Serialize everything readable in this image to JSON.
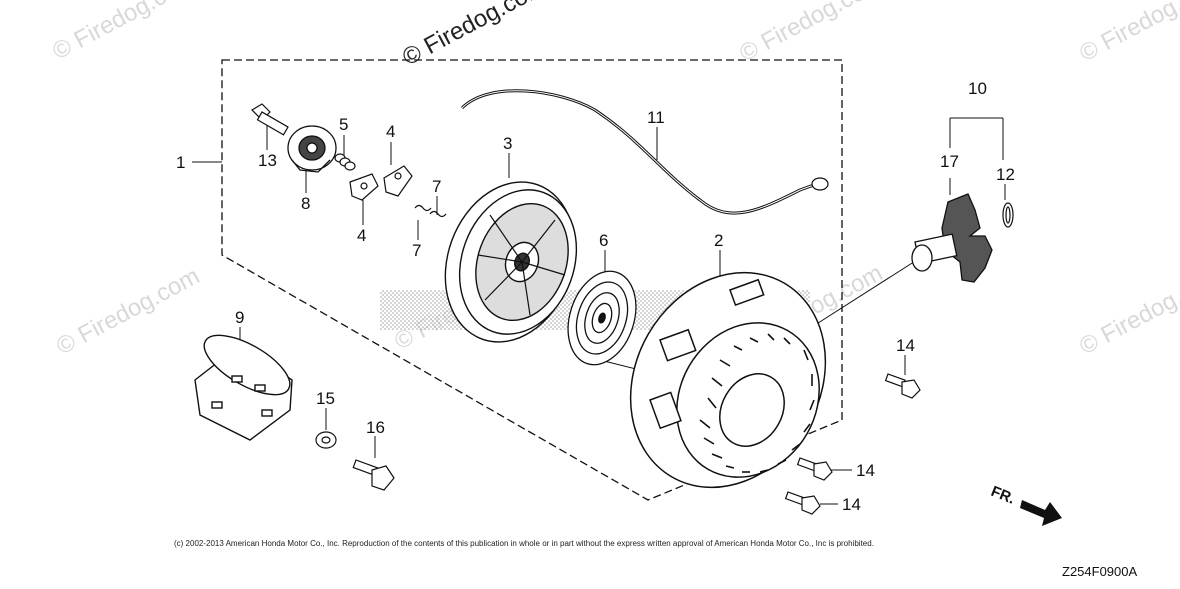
{
  "watermarks": [
    "© Firedog.com",
    "© Firedog.com",
    "© Firedog.com",
    "© Firedog.com",
    "© Firedog.com",
    "© Firedog.com",
    "© Firedog.com",
    "© Firedog.com"
  ],
  "callouts": {
    "c1": "1",
    "c2": "2",
    "c3": "3",
    "c4a": "4",
    "c4b": "4",
    "c5": "5",
    "c6": "6",
    "c7a": "7",
    "c7b": "7",
    "c8": "8",
    "c9": "9",
    "c10": "10",
    "c11": "11",
    "c12": "12",
    "c13": "13",
    "c14a": "14",
    "c14b": "14",
    "c14c": "14",
    "c15": "15",
    "c16": "16",
    "c17": "17"
  },
  "direction_label": "FR.",
  "copyright": "(c) 2002-2013 American Honda Motor Co., Inc. Reproduction of the contents of this publication in whole or in part without the express written approval of American Honda Motor Co., Inc is prohibited.",
  "diagram_code": "Z254F0900A",
  "colors": {
    "line": "#111111",
    "watermark": "#d8d8d8",
    "arrow": "#111111"
  }
}
